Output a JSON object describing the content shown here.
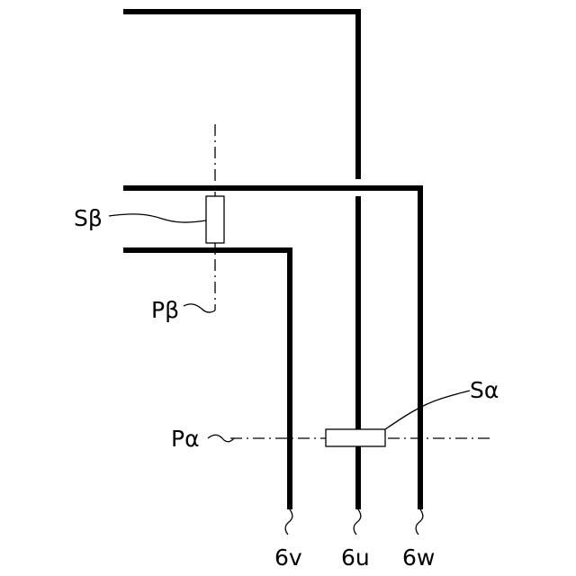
{
  "labels": {
    "sensor_beta": "Sβ",
    "plane_beta": "Pβ",
    "plane_alpha": "Pα",
    "sensor_alpha": "Sα",
    "busbar_v": "6v",
    "busbar_u": "6u",
    "busbar_w": "6w"
  },
  "colors": {
    "line": "#000000",
    "background": "#ffffff"
  }
}
